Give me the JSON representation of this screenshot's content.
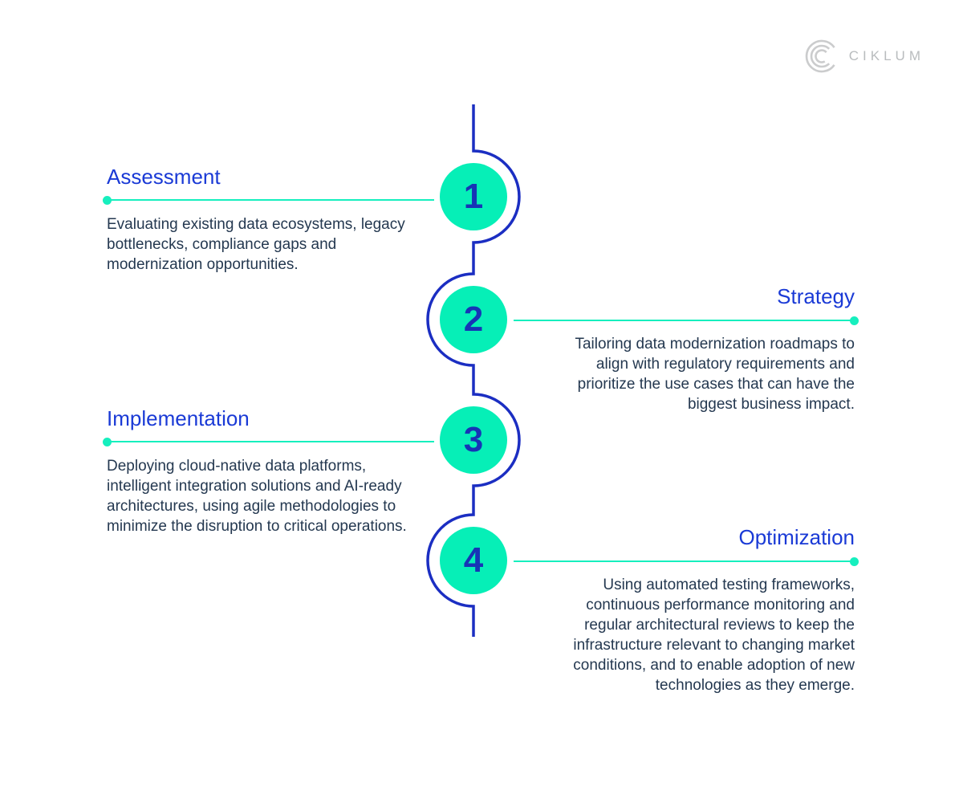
{
  "brand": {
    "name": "CIKLUM"
  },
  "colors": {
    "background": "#ffffff",
    "accent_mint": "#06efb7",
    "connector_teal": "#16efbe",
    "spine_blue": "#1b2ec2",
    "title_blue": "#1a3ad6",
    "number_blue": "#1734b6",
    "body_text": "#243850",
    "logo_gray": "#b9bcbe"
  },
  "steps": [
    {
      "number": "1",
      "title": "Assessment",
      "side": "left",
      "description": "Evaluating existing data ecosystems, legacy bottlenecks, compliance gaps and modernization opportunities."
    },
    {
      "number": "2",
      "title": "Strategy",
      "side": "right",
      "description": "Tailoring data modernization roadmaps to align with regulatory requirements and prioritize the use cases that can have the biggest business impact."
    },
    {
      "number": "3",
      "title": "Implementation",
      "side": "left",
      "description": "Deploying cloud-native data platforms, intelligent integration solutions and AI-ready architectures, using agile methodologies to minimize the disruption to critical operations."
    },
    {
      "number": "4",
      "title": "Optimization",
      "side": "right",
      "description": "Using automated testing frameworks, continuous performance monitoring and regular architectural reviews to keep the infrastructure relevant to changing market conditions, and to enable adoption of new technologies as they emerge."
    }
  ]
}
